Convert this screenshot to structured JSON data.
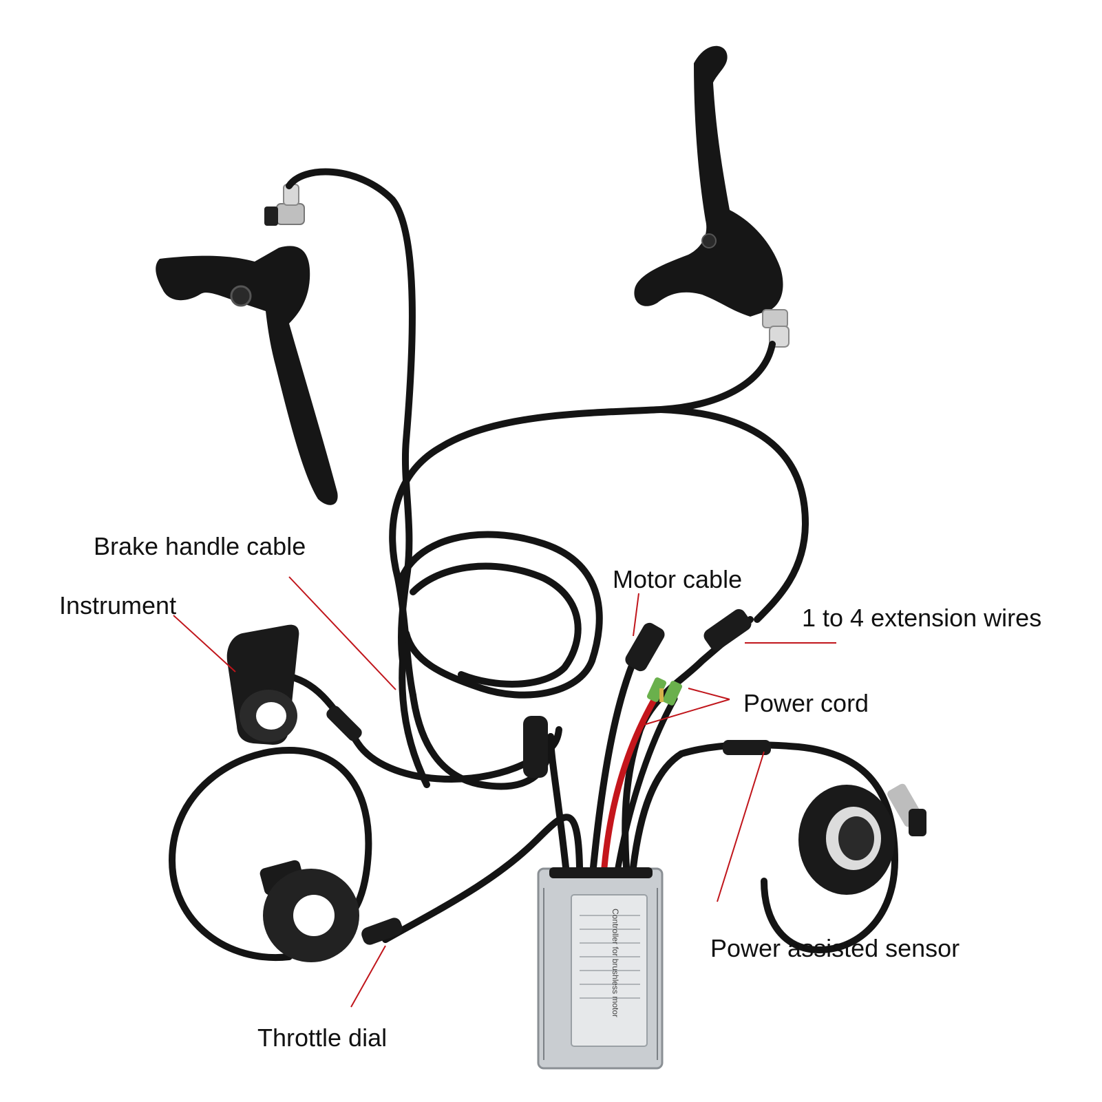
{
  "labels": {
    "brake_handle_cable": "Brake handle cable",
    "instrument": "Instrument",
    "motor_cable": "Motor cable",
    "extension_wires": "1 to 4 extension wires",
    "power_cord": "Power cord",
    "power_assisted_sensor": "Power assisted sensor",
    "throttle_dial": "Throttle dial"
  },
  "controller_sticker": {
    "heading": "Controller for brushless motor"
  },
  "colors": {
    "leader_line": "#c0151b",
    "cable": "#141414",
    "power_wire": "#c4161c",
    "housing": "#c9cdd1",
    "label_text": "#111111"
  }
}
